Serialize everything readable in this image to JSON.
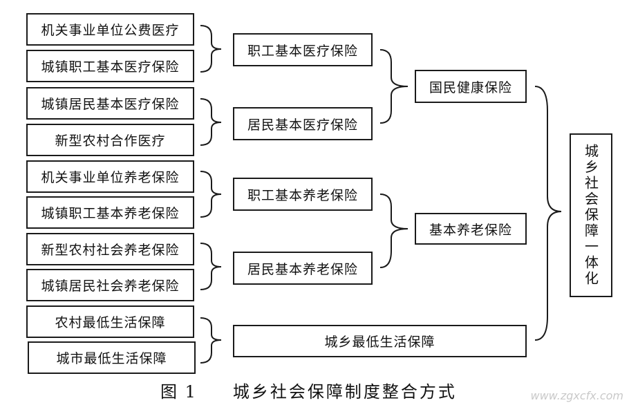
{
  "nodes": {
    "l1": "机关事业单位公费医疗",
    "l2": "城镇职工基本医疗保险",
    "l3": "城镇居民基本医疗保险",
    "l4": "新型农村合作医疗",
    "l5": "机关事业单位养老保险",
    "l6": "城镇职工基本养老保险",
    "l7": "新型农村社会养老保险",
    "l8": "城镇居民社会养老保险",
    "l9": "农村最低生活保障",
    "l10": "城市最低生活保障",
    "m1": "职工基本医疗保险",
    "m2": "居民基本医疗保险",
    "m3": "职工基本养老保险",
    "m4": "居民基本养老保险",
    "m5": "城乡最低生活保障",
    "r1": "国民健康保险",
    "r2": "基本养老保险",
    "final": "城乡社会保障一体化"
  },
  "caption": {
    "number": "图 1",
    "title": "城乡社会保障制度整合方式"
  },
  "watermark": "www.zgxcfx.com"
}
